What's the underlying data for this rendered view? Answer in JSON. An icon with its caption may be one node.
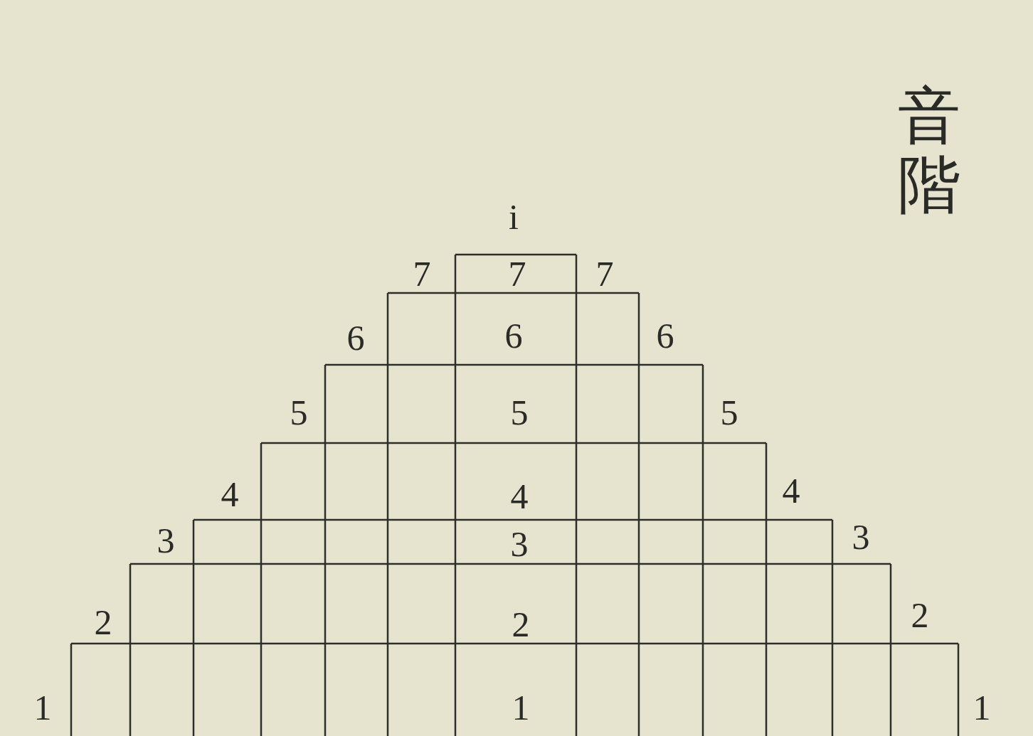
{
  "diagram": {
    "title": "音階",
    "labels": [
      "i",
      "7",
      "7",
      "7",
      "6",
      "6",
      "6",
      "5",
      "5",
      "5",
      "4",
      "4",
      "4",
      "3",
      "3",
      "3",
      "2",
      "2",
      "2",
      "1",
      "1",
      "1"
    ]
  }
}
